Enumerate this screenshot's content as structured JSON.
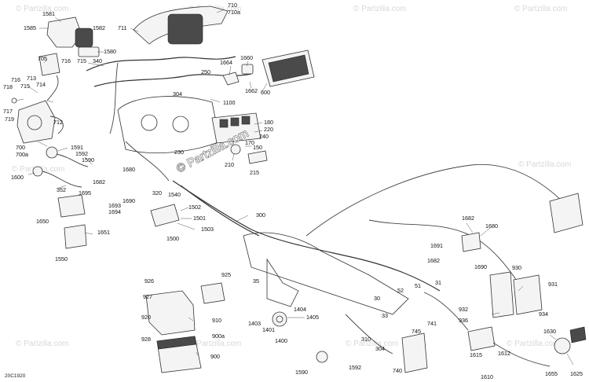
{
  "diagram": {
    "drawing_code": "20C1920",
    "watermarks": {
      "main": "© Partzilla.com",
      "corner": "© Partzilla.com"
    },
    "callouts": [
      {
        "id": "c1581",
        "text": "1581"
      },
      {
        "id": "c1585",
        "text": "1585"
      },
      {
        "id": "c1582",
        "text": "1582"
      },
      {
        "id": "c1580",
        "text": "1580"
      },
      {
        "id": "c705",
        "text": "705"
      },
      {
        "id": "c716a",
        "text": "716"
      },
      {
        "id": "c715a",
        "text": "715"
      },
      {
        "id": "c340",
        "text": "340"
      },
      {
        "id": "c716b",
        "text": "716"
      },
      {
        "id": "c713",
        "text": "713"
      },
      {
        "id": "c718",
        "text": "718"
      },
      {
        "id": "c715b",
        "text": "715"
      },
      {
        "id": "c714",
        "text": "714"
      },
      {
        "id": "c717",
        "text": "717"
      },
      {
        "id": "c719",
        "text": "719"
      },
      {
        "id": "c712",
        "text": "712"
      },
      {
        "id": "c700",
        "text": "700"
      },
      {
        "id": "c700a",
        "text": "700a"
      },
      {
        "id": "c1591",
        "text": "1591"
      },
      {
        "id": "c1592",
        "text": "1592"
      },
      {
        "id": "c1590a",
        "text": "1590"
      },
      {
        "id": "c1600",
        "text": "1600"
      },
      {
        "id": "c352",
        "text": "352"
      },
      {
        "id": "c710",
        "text": "710"
      },
      {
        "id": "c710a",
        "text": "710a"
      },
      {
        "id": "c711",
        "text": "711"
      },
      {
        "id": "c1664",
        "text": "1664"
      },
      {
        "id": "c1660",
        "text": "1660"
      },
      {
        "id": "c250",
        "text": "250"
      },
      {
        "id": "c304a",
        "text": "304"
      },
      {
        "id": "c1662",
        "text": "1662"
      },
      {
        "id": "c600",
        "text": "600"
      },
      {
        "id": "c1100",
        "text": "1100"
      },
      {
        "id": "c180",
        "text": "180"
      },
      {
        "id": "c220",
        "text": "220"
      },
      {
        "id": "c240",
        "text": "240"
      },
      {
        "id": "c170",
        "text": "170"
      },
      {
        "id": "c150",
        "text": "150"
      },
      {
        "id": "c210",
        "text": "210"
      },
      {
        "id": "c215",
        "text": "215"
      },
      {
        "id": "c230",
        "text": "230"
      },
      {
        "id": "c1680a",
        "text": "1680"
      },
      {
        "id": "c1682a",
        "text": "1682"
      },
      {
        "id": "c1695",
        "text": "1695"
      },
      {
        "id": "c1690a",
        "text": "1690"
      },
      {
        "id": "c1693",
        "text": "1693"
      },
      {
        "id": "c1694",
        "text": "1694"
      },
      {
        "id": "c320",
        "text": "320"
      },
      {
        "id": "c1540",
        "text": "1540"
      },
      {
        "id": "c1502",
        "text": "1502"
      },
      {
        "id": "c1501",
        "text": "1501"
      },
      {
        "id": "c1503",
        "text": "1503"
      },
      {
        "id": "c1500",
        "text": "1500"
      },
      {
        "id": "c300",
        "text": "300"
      },
      {
        "id": "c1650",
        "text": "1650"
      },
      {
        "id": "c1651",
        "text": "1651"
      },
      {
        "id": "c1550",
        "text": "1550"
      },
      {
        "id": "c1682b",
        "text": "1682"
      },
      {
        "id": "c1680b",
        "text": "1680"
      },
      {
        "id": "c1691",
        "text": "1691"
      },
      {
        "id": "c1682c",
        "text": "1682"
      },
      {
        "id": "c1690b",
        "text": "1690"
      },
      {
        "id": "c930",
        "text": "930"
      },
      {
        "id": "c931",
        "text": "931"
      },
      {
        "id": "c926",
        "text": "926"
      },
      {
        "id": "c925",
        "text": "925"
      },
      {
        "id": "c927",
        "text": "927"
      },
      {
        "id": "c920",
        "text": "920"
      },
      {
        "id": "c910",
        "text": "910"
      },
      {
        "id": "c900a",
        "text": "900a"
      },
      {
        "id": "c928",
        "text": "928"
      },
      {
        "id": "c900",
        "text": "900"
      },
      {
        "id": "c35",
        "text": "35"
      },
      {
        "id": "c1404",
        "text": "1404"
      },
      {
        "id": "c1403",
        "text": "1403"
      },
      {
        "id": "c1405",
        "text": "1405"
      },
      {
        "id": "c1401",
        "text": "1401"
      },
      {
        "id": "c1400",
        "text": "1400"
      },
      {
        "id": "c30",
        "text": "30"
      },
      {
        "id": "c52",
        "text": "52"
      },
      {
        "id": "c51",
        "text": "51"
      },
      {
        "id": "c31",
        "text": "31"
      },
      {
        "id": "c33",
        "text": "33"
      },
      {
        "id": "c310",
        "text": "310"
      },
      {
        "id": "c304b",
        "text": "304"
      },
      {
        "id": "c745",
        "text": "745"
      },
      {
        "id": "c741",
        "text": "741"
      },
      {
        "id": "c740",
        "text": "740"
      },
      {
        "id": "c932",
        "text": "932"
      },
      {
        "id": "c936",
        "text": "936"
      },
      {
        "id": "c934",
        "text": "934"
      },
      {
        "id": "c1630",
        "text": "1630"
      },
      {
        "id": "c1615",
        "text": "1615"
      },
      {
        "id": "c1612",
        "text": "1612"
      },
      {
        "id": "c1610",
        "text": "1610"
      },
      {
        "id": "c1655",
        "text": "1655"
      },
      {
        "id": "c1625",
        "text": "1625"
      },
      {
        "id": "c1590b",
        "text": "1590"
      },
      {
        "id": "c1592b",
        "text": "1592"
      }
    ]
  }
}
